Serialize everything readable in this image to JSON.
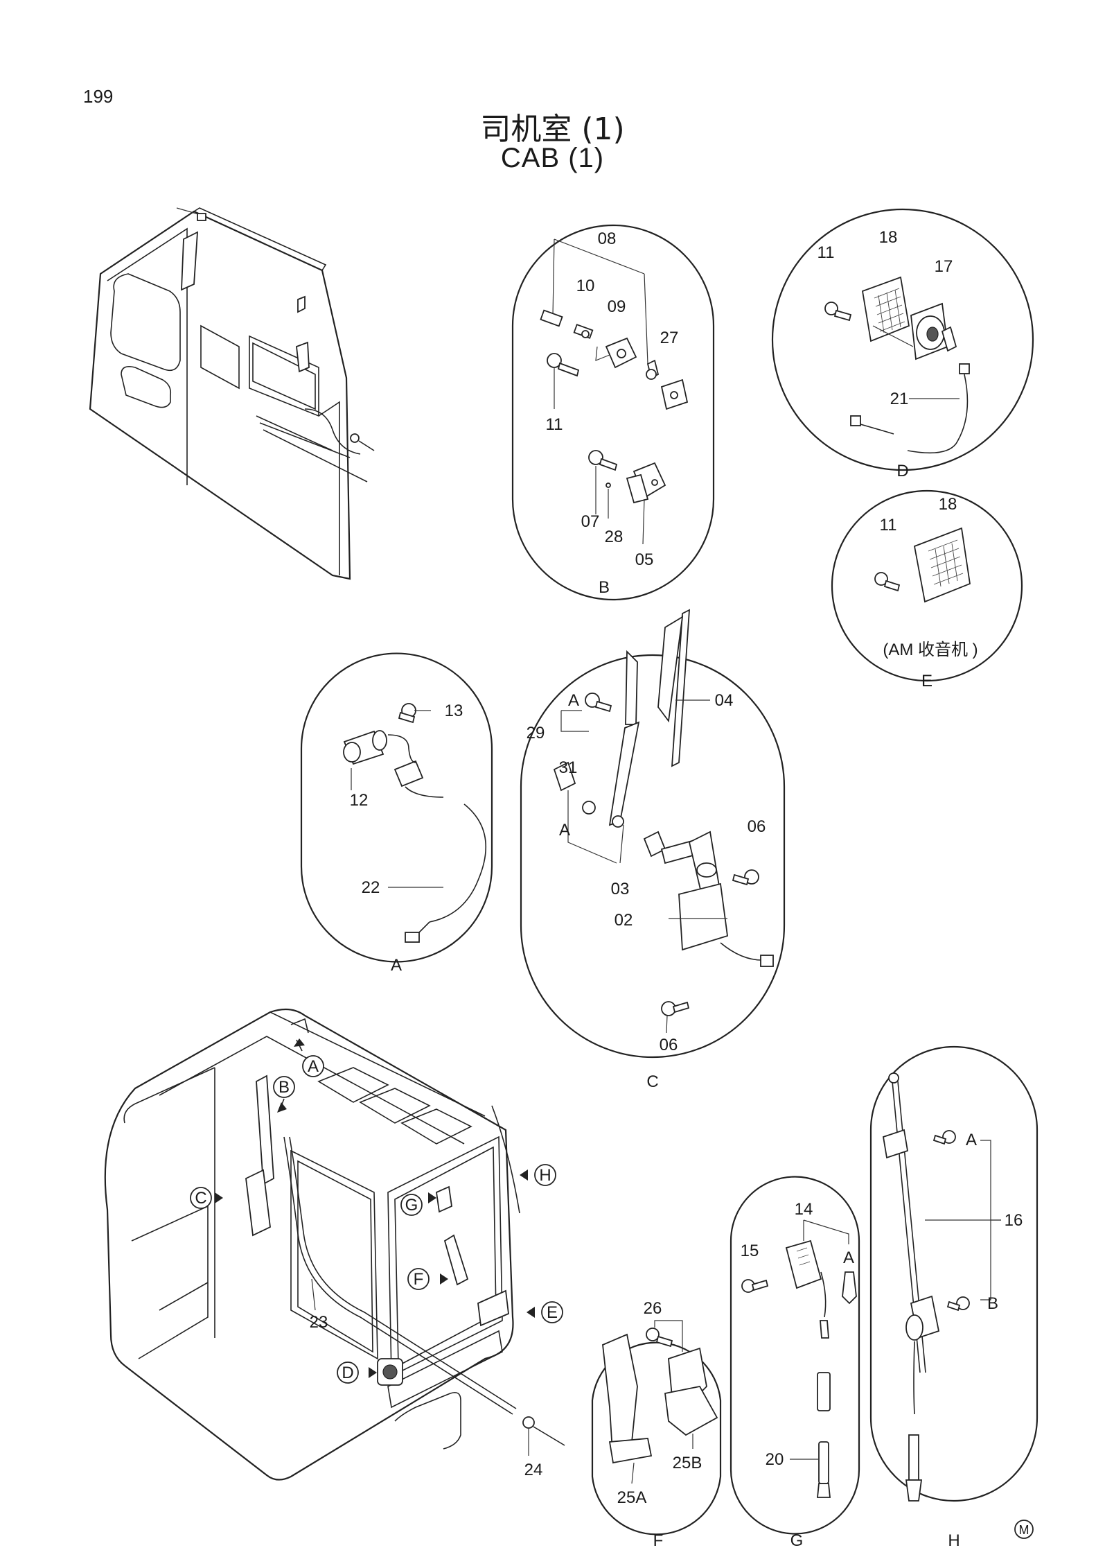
{
  "page_number": "199",
  "title_cn": "司机室 (1)",
  "title_en": "CAB (1)",
  "detail_e_note": "(AM 收音机 )",
  "mark": "M",
  "callouts": [
    "A",
    "B",
    "C",
    "D",
    "E",
    "F",
    "G",
    "H"
  ],
  "part_labels": {
    "p02": "02",
    "p03": "03",
    "p04": "04",
    "p05": "05",
    "p06a": "06",
    "p06b": "06",
    "p07": "07",
    "p08": "08",
    "p09": "09",
    "p10": "10",
    "p11b": "11",
    "p11d": "11",
    "p11e": "11",
    "p12": "12",
    "p13": "13",
    "p14": "14",
    "p15": "15",
    "p16": "16",
    "p17": "17",
    "p18d": "18",
    "p18e": "18",
    "p20": "20",
    "p21": "21",
    "p22": "22",
    "p23": "23",
    "p24": "24",
    "p25a": "25A",
    "p25b": "25B",
    "p26": "26",
    "p27": "27",
    "p28": "28",
    "p29": "29",
    "p31": "31"
  },
  "sub_labels": {
    "c_a1": "A",
    "c_a2": "A",
    "g_a": "A",
    "h_a": "A",
    "h_b": "B"
  },
  "detail_labels": {
    "A": "A",
    "B": "B",
    "C": "C",
    "D": "D",
    "E": "E",
    "F": "F",
    "G": "G",
    "H": "H"
  }
}
